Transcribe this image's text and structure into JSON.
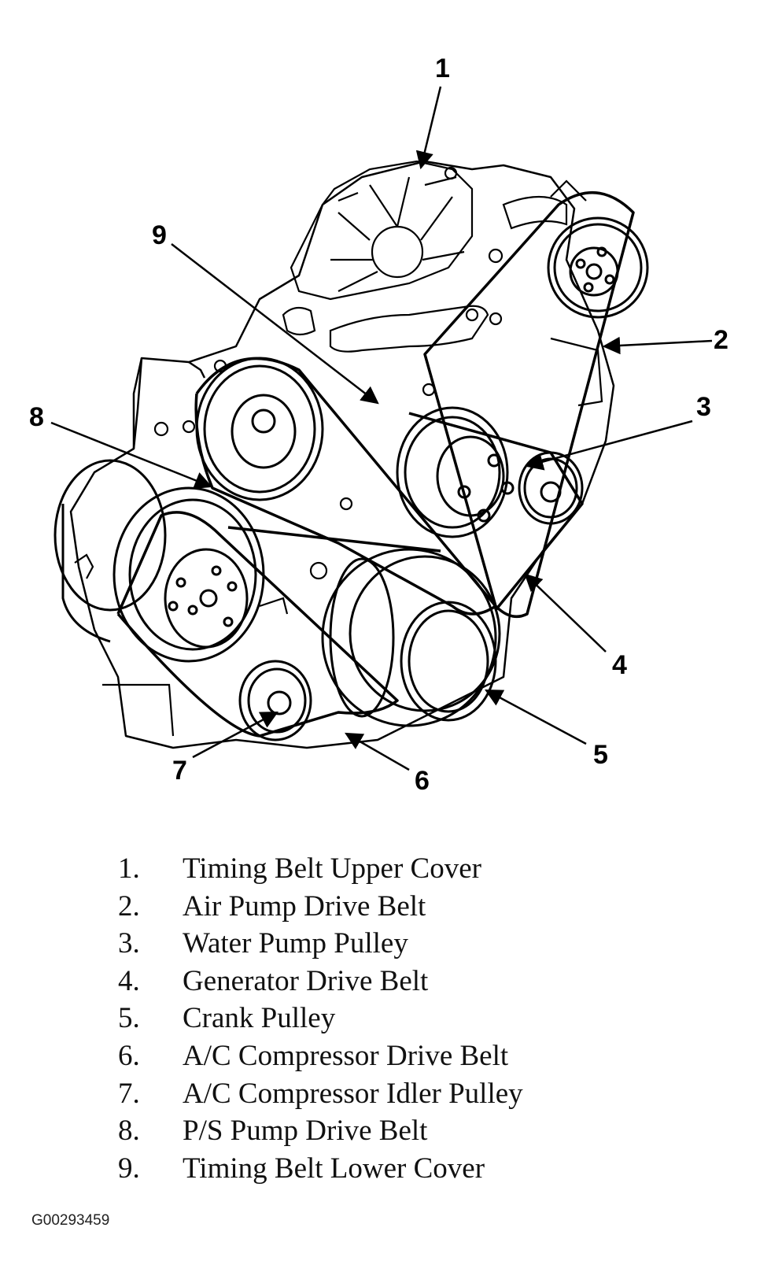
{
  "callouts": [
    "1",
    "2",
    "3",
    "4",
    "5",
    "6",
    "7",
    "8",
    "9"
  ],
  "legend": [
    {
      "num": "1.",
      "text": "Timing Belt Upper Cover"
    },
    {
      "num": "2.",
      "text": "Air Pump Drive Belt"
    },
    {
      "num": "3.",
      "text": "Water Pump Pulley"
    },
    {
      "num": "4.",
      "text": "Generator Drive Belt"
    },
    {
      "num": "5.",
      "text": "Crank Pulley"
    },
    {
      "num": "6.",
      "text": "A/C Compressor Drive Belt"
    },
    {
      "num": "7.",
      "text": "A/C Compressor Idler Pulley"
    },
    {
      "num": "8.",
      "text": "P/S Pump Drive Belt"
    },
    {
      "num": "9.",
      "text": "Timing Belt Lower Cover"
    }
  ],
  "figure_id": "G00293459"
}
